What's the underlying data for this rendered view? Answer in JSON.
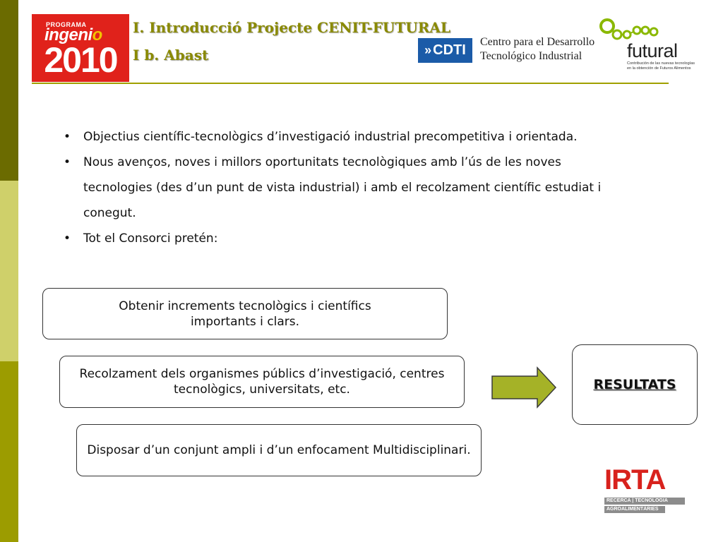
{
  "header": {
    "title_line1": "I. Introducció Projecte CENIT-FUTURAL",
    "title_line2": "I b. Abast"
  },
  "logos": {
    "ingenio": {
      "program": "PROGRAMA",
      "word_start": "ingen",
      "word_mid": "i",
      "word_end": "o",
      "year": "2010"
    },
    "cdti": {
      "abbr": "CDTI",
      "line1": "Centro para el Desarrollo",
      "line2": "Tecnológico Industrial"
    },
    "futural": {
      "word": "futural",
      "tagline": "Contribución de las nuevas tecnologías en la obtención de Futuros Alimentos"
    },
    "irta": {
      "big": "IRTA",
      "row1": "RECERCA | TECNOLOGIA",
      "row2": "AGROALIMENTÀRIES"
    }
  },
  "bullets": [
    "Objectius científic-tecnològics d’investigació industrial precompetitiva i orientada.",
    "Nous avenços, noves i millors oportunitats tecnològiques amb l’ús de les noves tecnologies (des d’un punt de vista industrial) i amb el recolzament científic estudiat i conegut.",
    "Tot el Consorci pretén:"
  ],
  "boxes": [
    "Obtenir increments tecnològics i científics importants i clars.",
    "Recolzament dels organismes públics d’investigació, centres tecnològics, universitats, etc.",
    "Disposar d’un conjunt ampli i d’un enfocament Multidisciplinari."
  ],
  "result_label": "RESULTATS",
  "colors": {
    "accent_olive": "#8a8a00",
    "arrow_fill": "#a5b227",
    "ingenio_red": "#e0221b",
    "cdti_blue": "#1b5ba8",
    "irta_red": "#d8221d"
  }
}
